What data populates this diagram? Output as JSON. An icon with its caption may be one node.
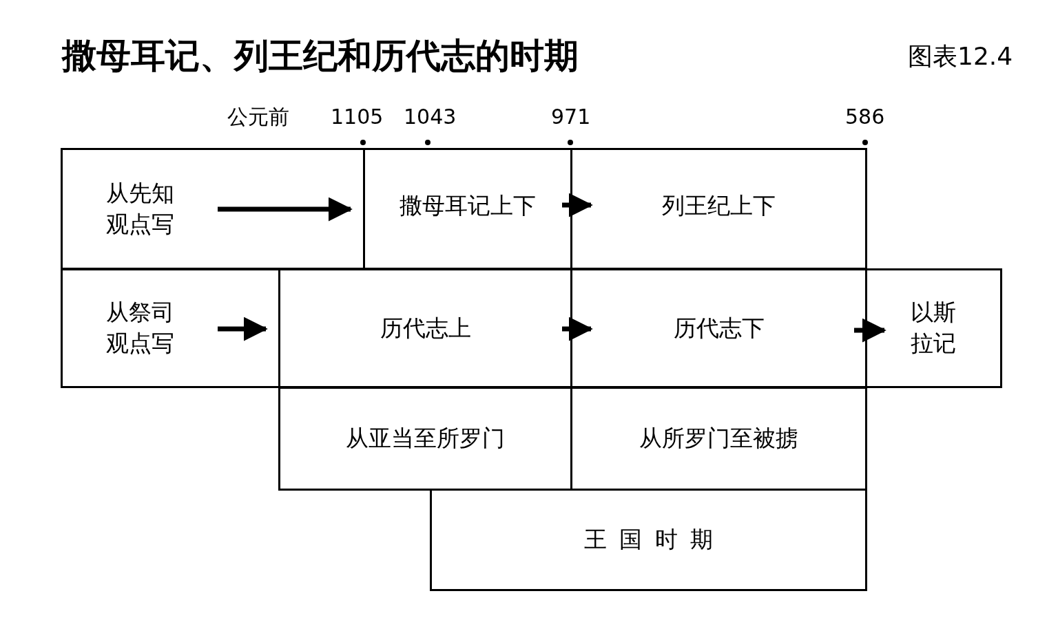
{
  "diagram": {
    "title": "撒母耳记、列王纪和历代志的时期",
    "nodes": [
      {
        "text": [
          "从先知观点写"
        ]
      },
      {
        "text": [
          "撒母耳记上下"
        ]
      },
      {
        "text": [
          "列王纪上下"
        ]
      },
      {
        "text": [
          "从祭司观点写"
        ]
      },
      {
        "text": [
          "历代志上"
        ]
      },
      {
        "text": [
          "历代志下"
        ]
      },
      {
        "text": [
          "以斯拉记"
        ]
      },
      {
        "text": [
          "从亚当至所罗门"
        ]
      },
      {
        "text": [
          "从所罗门至被掳"
        ]
      },
      {
        "text": [
          "王国时期"
        ]
      }
    ],
    "edges": [
      {
        "from": 0,
        "to": 1,
        "arrow": "to"
      },
      {
        "from": 1,
        "to": 2,
        "arrow": "to"
      },
      {
        "from": 3,
        "to": 4,
        "arrow": "to"
      },
      {
        "from": 4,
        "to": 5,
        "arrow": "to"
      },
      {
        "from": 5,
        "to": 6,
        "arrow": "to"
      }
    ],
    "labels": [
      "图表12.4",
      "公元前",
      "1105",
      "1043",
      "971",
      "586"
    ]
  }
}
